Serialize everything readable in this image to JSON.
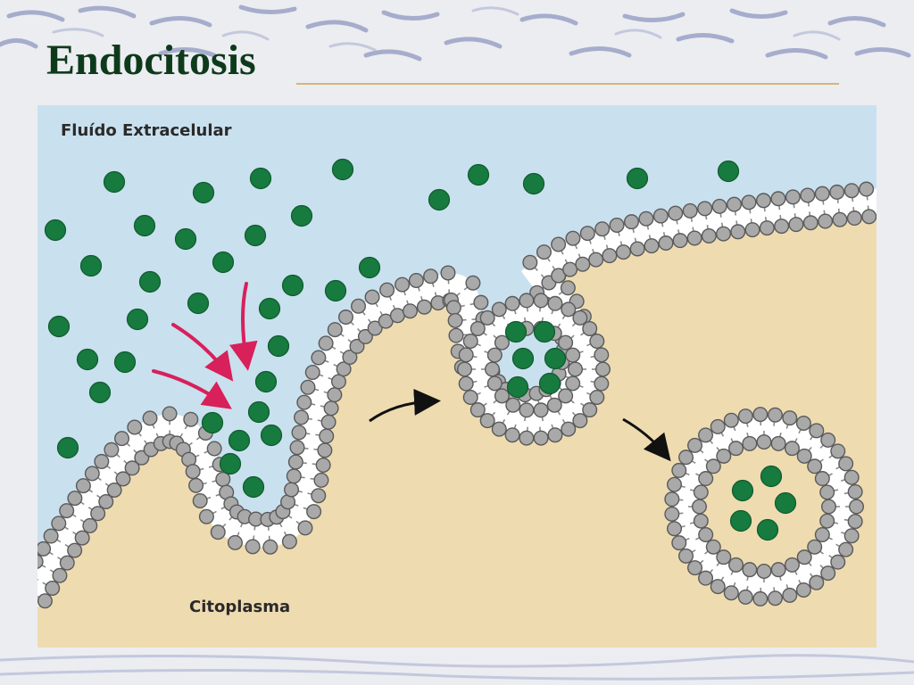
{
  "slide": {
    "title": "Endocitosis",
    "colors": {
      "title": "#0e3a1c",
      "extracellular": "#c9e0ef",
      "cytoplasm": "#eedbb0",
      "particle": "#177a3f",
      "phospholipid_head": "#a9a9a9",
      "inward_arrows": "#d8205a"
    }
  },
  "diagram": {
    "labels": {
      "extracellular": "Fluído Extracelular",
      "cytoplasm": "Citoplasma"
    }
  }
}
